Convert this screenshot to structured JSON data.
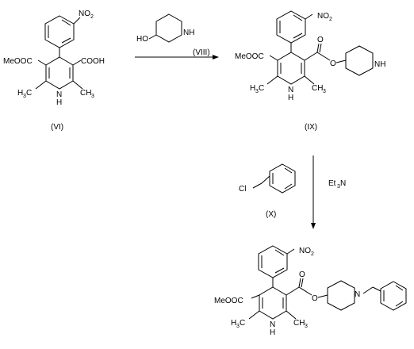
{
  "scheme": {
    "compound_VI": {
      "label": "(VI)",
      "nitro": "NO",
      "nitro_sub": "2",
      "ester": "MeOOC",
      "acid": "COOH",
      "me_left": "H",
      "me_left_sub": "3",
      "me_left_c": "C",
      "nh": "N",
      "nh_h": "H",
      "me_right": "CH",
      "me_right_sub": "3"
    },
    "reagent_VIII": {
      "label": "(VIII)",
      "ho": "HO",
      "nh": "NH"
    },
    "compound_IX": {
      "label": "(IX)",
      "nitro": "NO",
      "nitro_sub": "2",
      "ester": "MeOOC",
      "o_carbonyl": "O",
      "o_ester": "O",
      "nh_pip": "NH",
      "me_left": "H",
      "me_left_sub": "3",
      "me_left_c": "C",
      "nh": "N",
      "nh_h": "H",
      "me_right": "CH",
      "me_right_sub": "3"
    },
    "reagent_X": {
      "label": "(X)",
      "cl": "Cl"
    },
    "base": {
      "text_a": "Et",
      "sub": "3",
      "text_b": "N"
    },
    "product": {
      "nitro": "NO",
      "nitro_sub": "2",
      "ester": "MeOOC",
      "o_carbonyl": "O",
      "o_ester": "O",
      "n_pip": "N",
      "me_left": "H",
      "me_left_sub": "3",
      "me_left_c": "C",
      "nh": "N",
      "nh_h": "H",
      "me_right": "CH",
      "me_right_sub": "3"
    }
  }
}
